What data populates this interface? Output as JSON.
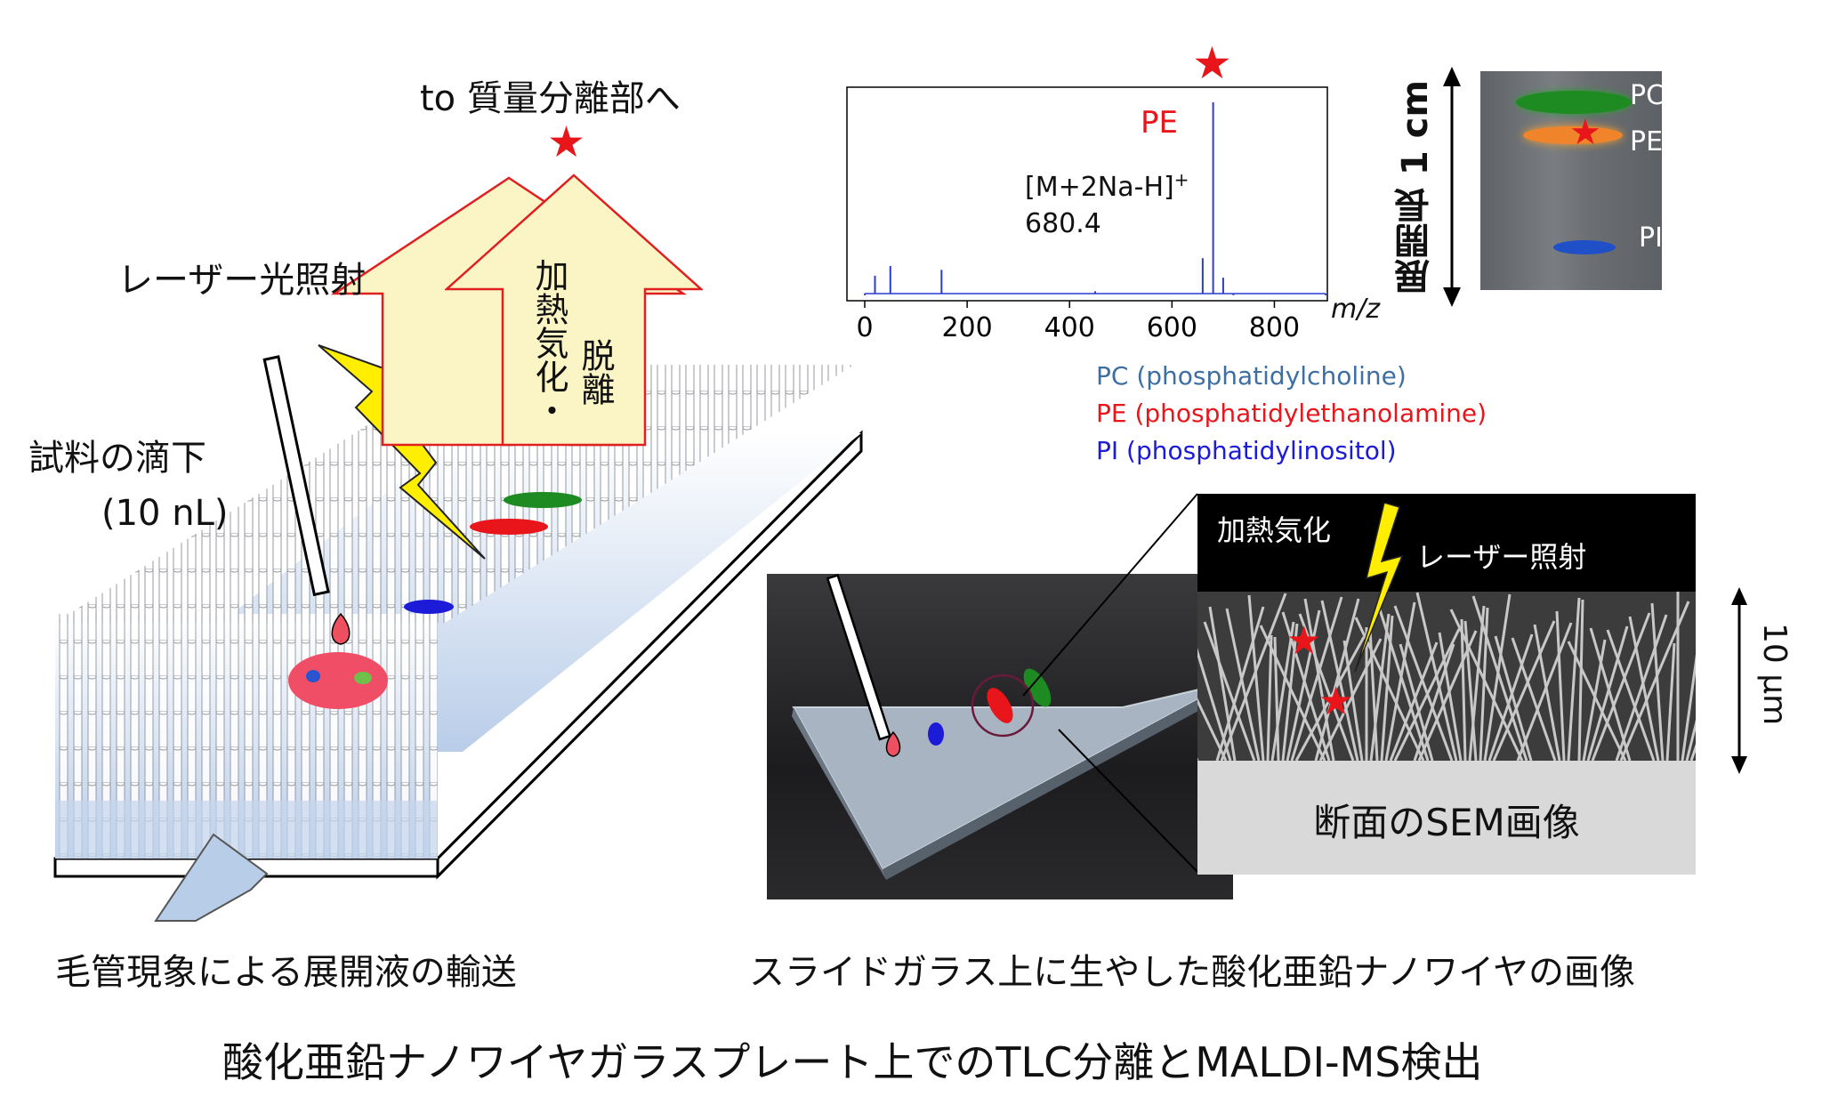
{
  "labels": {
    "ms_destination": "to 質量分離部へ",
    "laser_irradiation": "レーザー光照射",
    "heat_vaporization_desorption_line1": "加熱気化・",
    "heat_vaporization_desorption_line2": "脱離",
    "sample_drop": "試料の滴下",
    "sample_volume": "(10 nL)",
    "capillary_transport": "毛管現象による展開液の輸送",
    "photo_caption": "スライドガラス上に生やした酸化亜鉛ナノワイヤの画像",
    "figure_title": "酸化亜鉛ナノワイヤガラスプレート上でのTLC分離とMALDI-MS検出"
  },
  "legend": [
    {
      "text": "PC (phosphatidylcholine)",
      "color": "#3d6fa3"
    },
    {
      "text": "PE (phosphatidylethanolamine)",
      "color": "#e8151b"
    },
    {
      "text": "PI (phosphatidylinositol)",
      "color": "#1b1bd8"
    }
  ],
  "spectrum": {
    "peak_label": "PE",
    "ion_label": "[M+2Na-H]",
    "ion_superscript": "+",
    "mz_value": "680.4",
    "x_unit": "m/z",
    "x_ticks": [
      "0",
      "200",
      "400",
      "600",
      "800"
    ]
  },
  "chart_data": {
    "type": "line",
    "x": [
      0,
      20,
      50,
      150,
      300,
      450,
      650,
      660,
      680.4,
      700,
      720,
      900
    ],
    "y": [
      0.01,
      0.11,
      0.16,
      0.14,
      0.02,
      0.03,
      0.02,
      0.2,
      1.0,
      0.1,
      0.01,
      0.01
    ],
    "xlim": [
      0,
      900
    ],
    "ylim": [
      0,
      1.05
    ],
    "xlabel": "m/z",
    "x_tick_labels": [
      "0",
      "200",
      "400",
      "600",
      "800"
    ],
    "annotations": [
      "PE",
      "[M+2Na-H]+",
      "680.4"
    ],
    "grid": false
  },
  "tlc": {
    "length_label": "展開長 1 cm",
    "spots": [
      {
        "label": "PC",
        "color": "#1e8a22"
      },
      {
        "label": "PE",
        "color": "#f0842a"
      },
      {
        "label": "PI",
        "color": "#2050c8"
      }
    ]
  },
  "sem": {
    "label_heat": "加熱気化",
    "label_laser": "レーザー照射",
    "scale": "10 μm",
    "caption": "断面のSEM画像"
  },
  "colors": {
    "star": "#e8151b",
    "arrow_fill": "#fbf5c6",
    "arrow_stroke": "#e02020",
    "lightning": "#ffee00",
    "plate_blue": "#c5d5ec",
    "transport_arrow": "#b8cde8"
  }
}
